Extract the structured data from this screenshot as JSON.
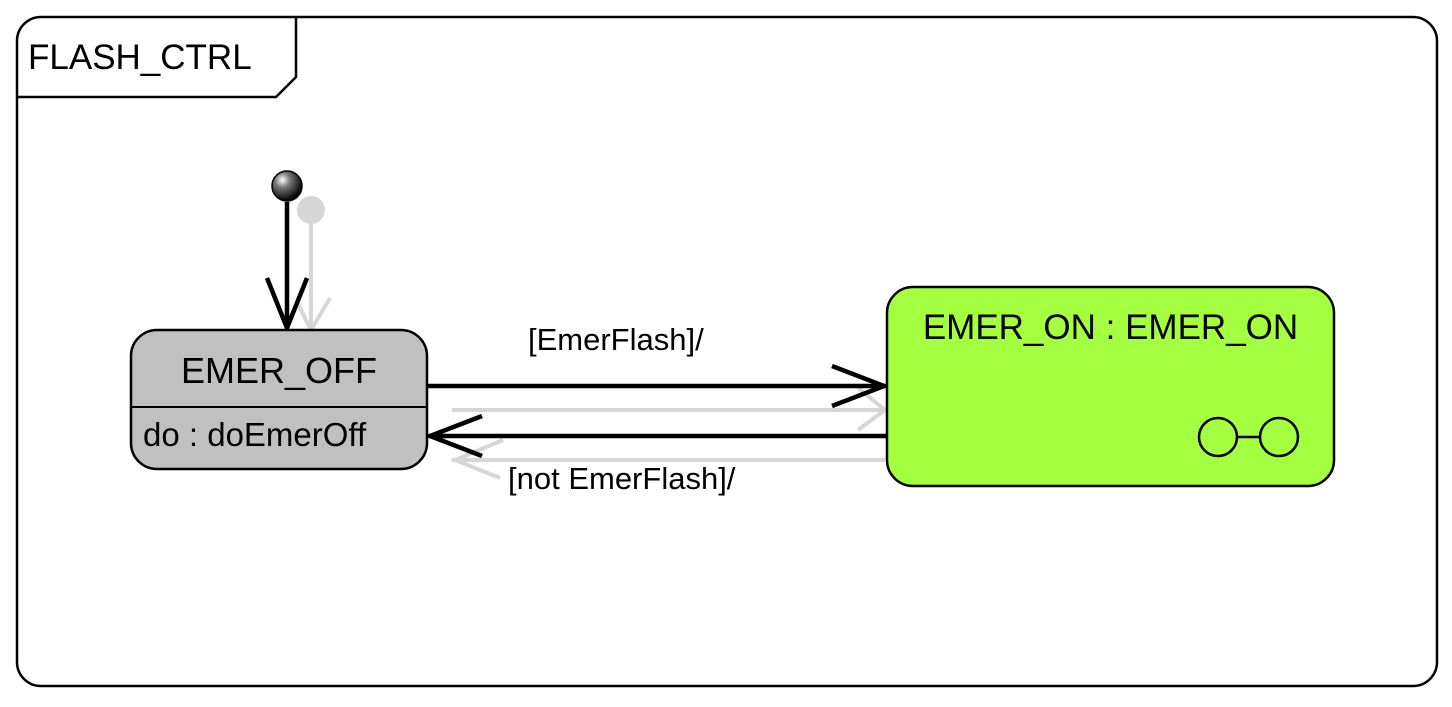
{
  "diagram": {
    "type": "state-machine",
    "frame": {
      "title": "FLASH_CTRL"
    },
    "states": [
      {
        "id": "emer_off",
        "name": "EMER_OFF",
        "activity": "do : doEmerOff",
        "fill": "#c0c0c0"
      },
      {
        "id": "emer_on",
        "name": "EMER_ON : EMER_ON",
        "fill": "#a3ff40",
        "submachine_icon": "composite-state-icon"
      }
    ],
    "initial": {
      "target": "emer_off"
    },
    "transitions": [
      {
        "from": "emer_off",
        "to": "emer_on",
        "label": "[EmerFlash]/"
      },
      {
        "from": "emer_on",
        "to": "emer_off",
        "label": "[not EmerFlash]/"
      }
    ],
    "colors": {
      "line": "#000000",
      "shadow": "#d6d6d6",
      "emer_off_fill": "#c0c0c0",
      "emer_on_fill": "#a3ff40"
    }
  }
}
